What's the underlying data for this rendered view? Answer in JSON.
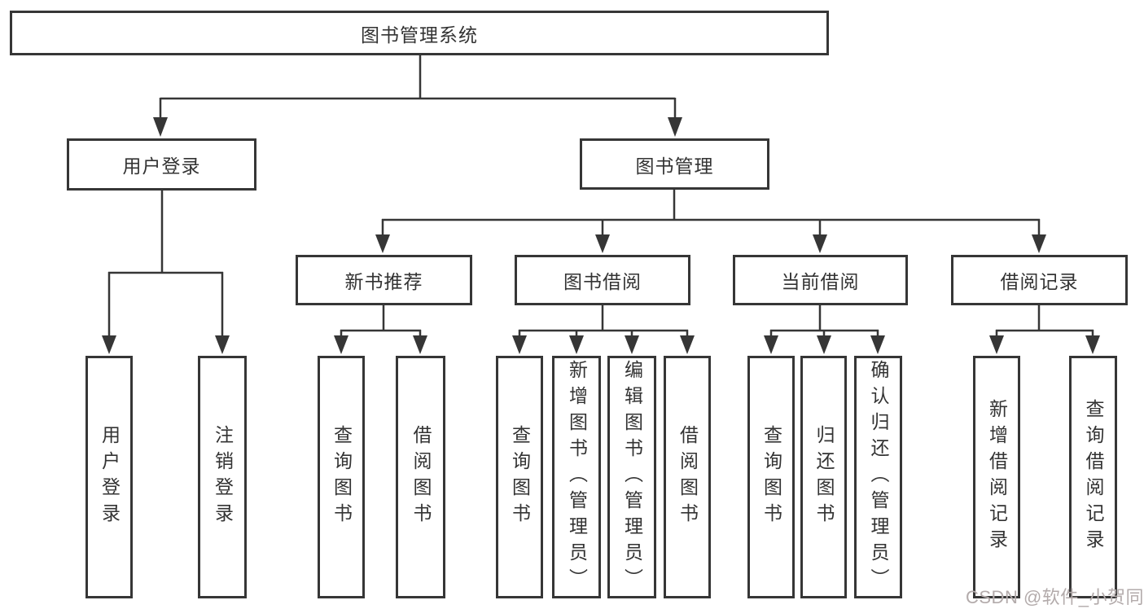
{
  "tree": {
    "label": "图书管理系统",
    "children": [
      {
        "label": "用户登录",
        "children": [
          {
            "label": "用户登录"
          },
          {
            "label": "注销登录"
          }
        ]
      },
      {
        "label": "图书管理",
        "children": [
          {
            "label": "新书推荐",
            "children": [
              {
                "label": "查询图书"
              },
              {
                "label": "借阅图书"
              }
            ]
          },
          {
            "label": "图书借阅",
            "children": [
              {
                "label": "查询图书"
              },
              {
                "label": "新增图书（管理员）"
              },
              {
                "label": "编辑图书（管理员）"
              },
              {
                "label": "借阅图书"
              }
            ]
          },
          {
            "label": "当前借阅",
            "children": [
              {
                "label": "查询图书"
              },
              {
                "label": "归还图书"
              },
              {
                "label": "确认归还（管理员）"
              }
            ]
          },
          {
            "label": "借阅记录",
            "children": [
              {
                "label": "新增借阅记录"
              },
              {
                "label": "查询借阅记录"
              }
            ]
          }
        ]
      }
    ]
  },
  "watermark": {
    "text": "CSDN @软件_小贺同学"
  },
  "colors": {
    "line": "#363636",
    "text": "#333333",
    "watermark": "#b3abab",
    "background": "#ffffff"
  }
}
